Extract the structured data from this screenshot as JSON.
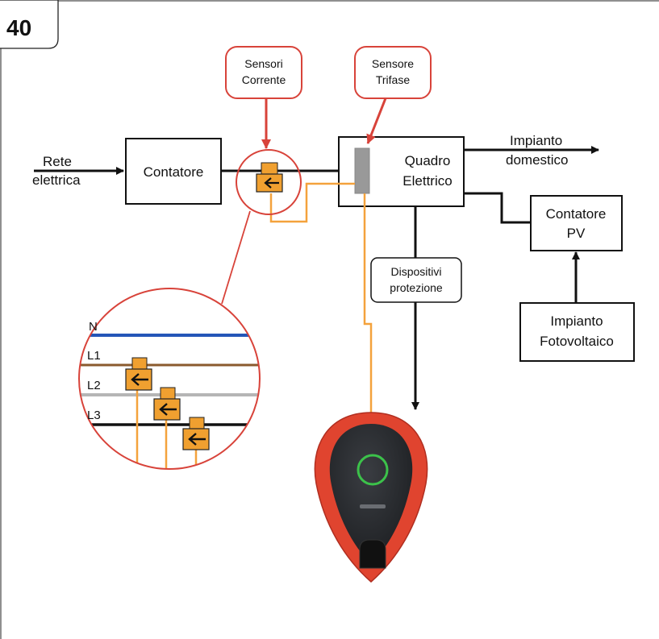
{
  "figure_number": "40",
  "labels": {
    "rete_line1": "Rete",
    "rete_line2": "elettrica",
    "contatore": "Contatore",
    "quadro_line1": "Quadro",
    "quadro_line2": "Elettrico",
    "impianto_dom_line1": "Impianto",
    "impianto_dom_line2": "domestico",
    "contatore_pv_line1": "Contatore",
    "contatore_pv_line2": "PV",
    "fotovoltaico_line1": "Impianto",
    "fotovoltaico_line2": "Fotovoltaico",
    "dispositivi_line1": "Dispositivi",
    "dispositivi_line2": "protezione",
    "sensori_line1": "Sensori",
    "sensori_line2": "Corrente",
    "sensore_line1": "Sensore",
    "sensore_line2": "Trifase"
  },
  "phases": [
    "N",
    "L1",
    "L2",
    "L3"
  ],
  "colors": {
    "line_black": "#111111",
    "callout_red": "#d8433a",
    "sensor_orange": "#f0a030",
    "cable_orange": "#f4a23c",
    "neutral_blue": "#2456b8",
    "l1_brown": "#8a5a2e",
    "l2_grey": "#b5b5b5",
    "sensor_grey": "#999999",
    "charger_red": "#e0442f",
    "charger_ring_green": "#3cc24a"
  },
  "icons": [
    "current-sensor-icon",
    "ev-charger-icon"
  ]
}
